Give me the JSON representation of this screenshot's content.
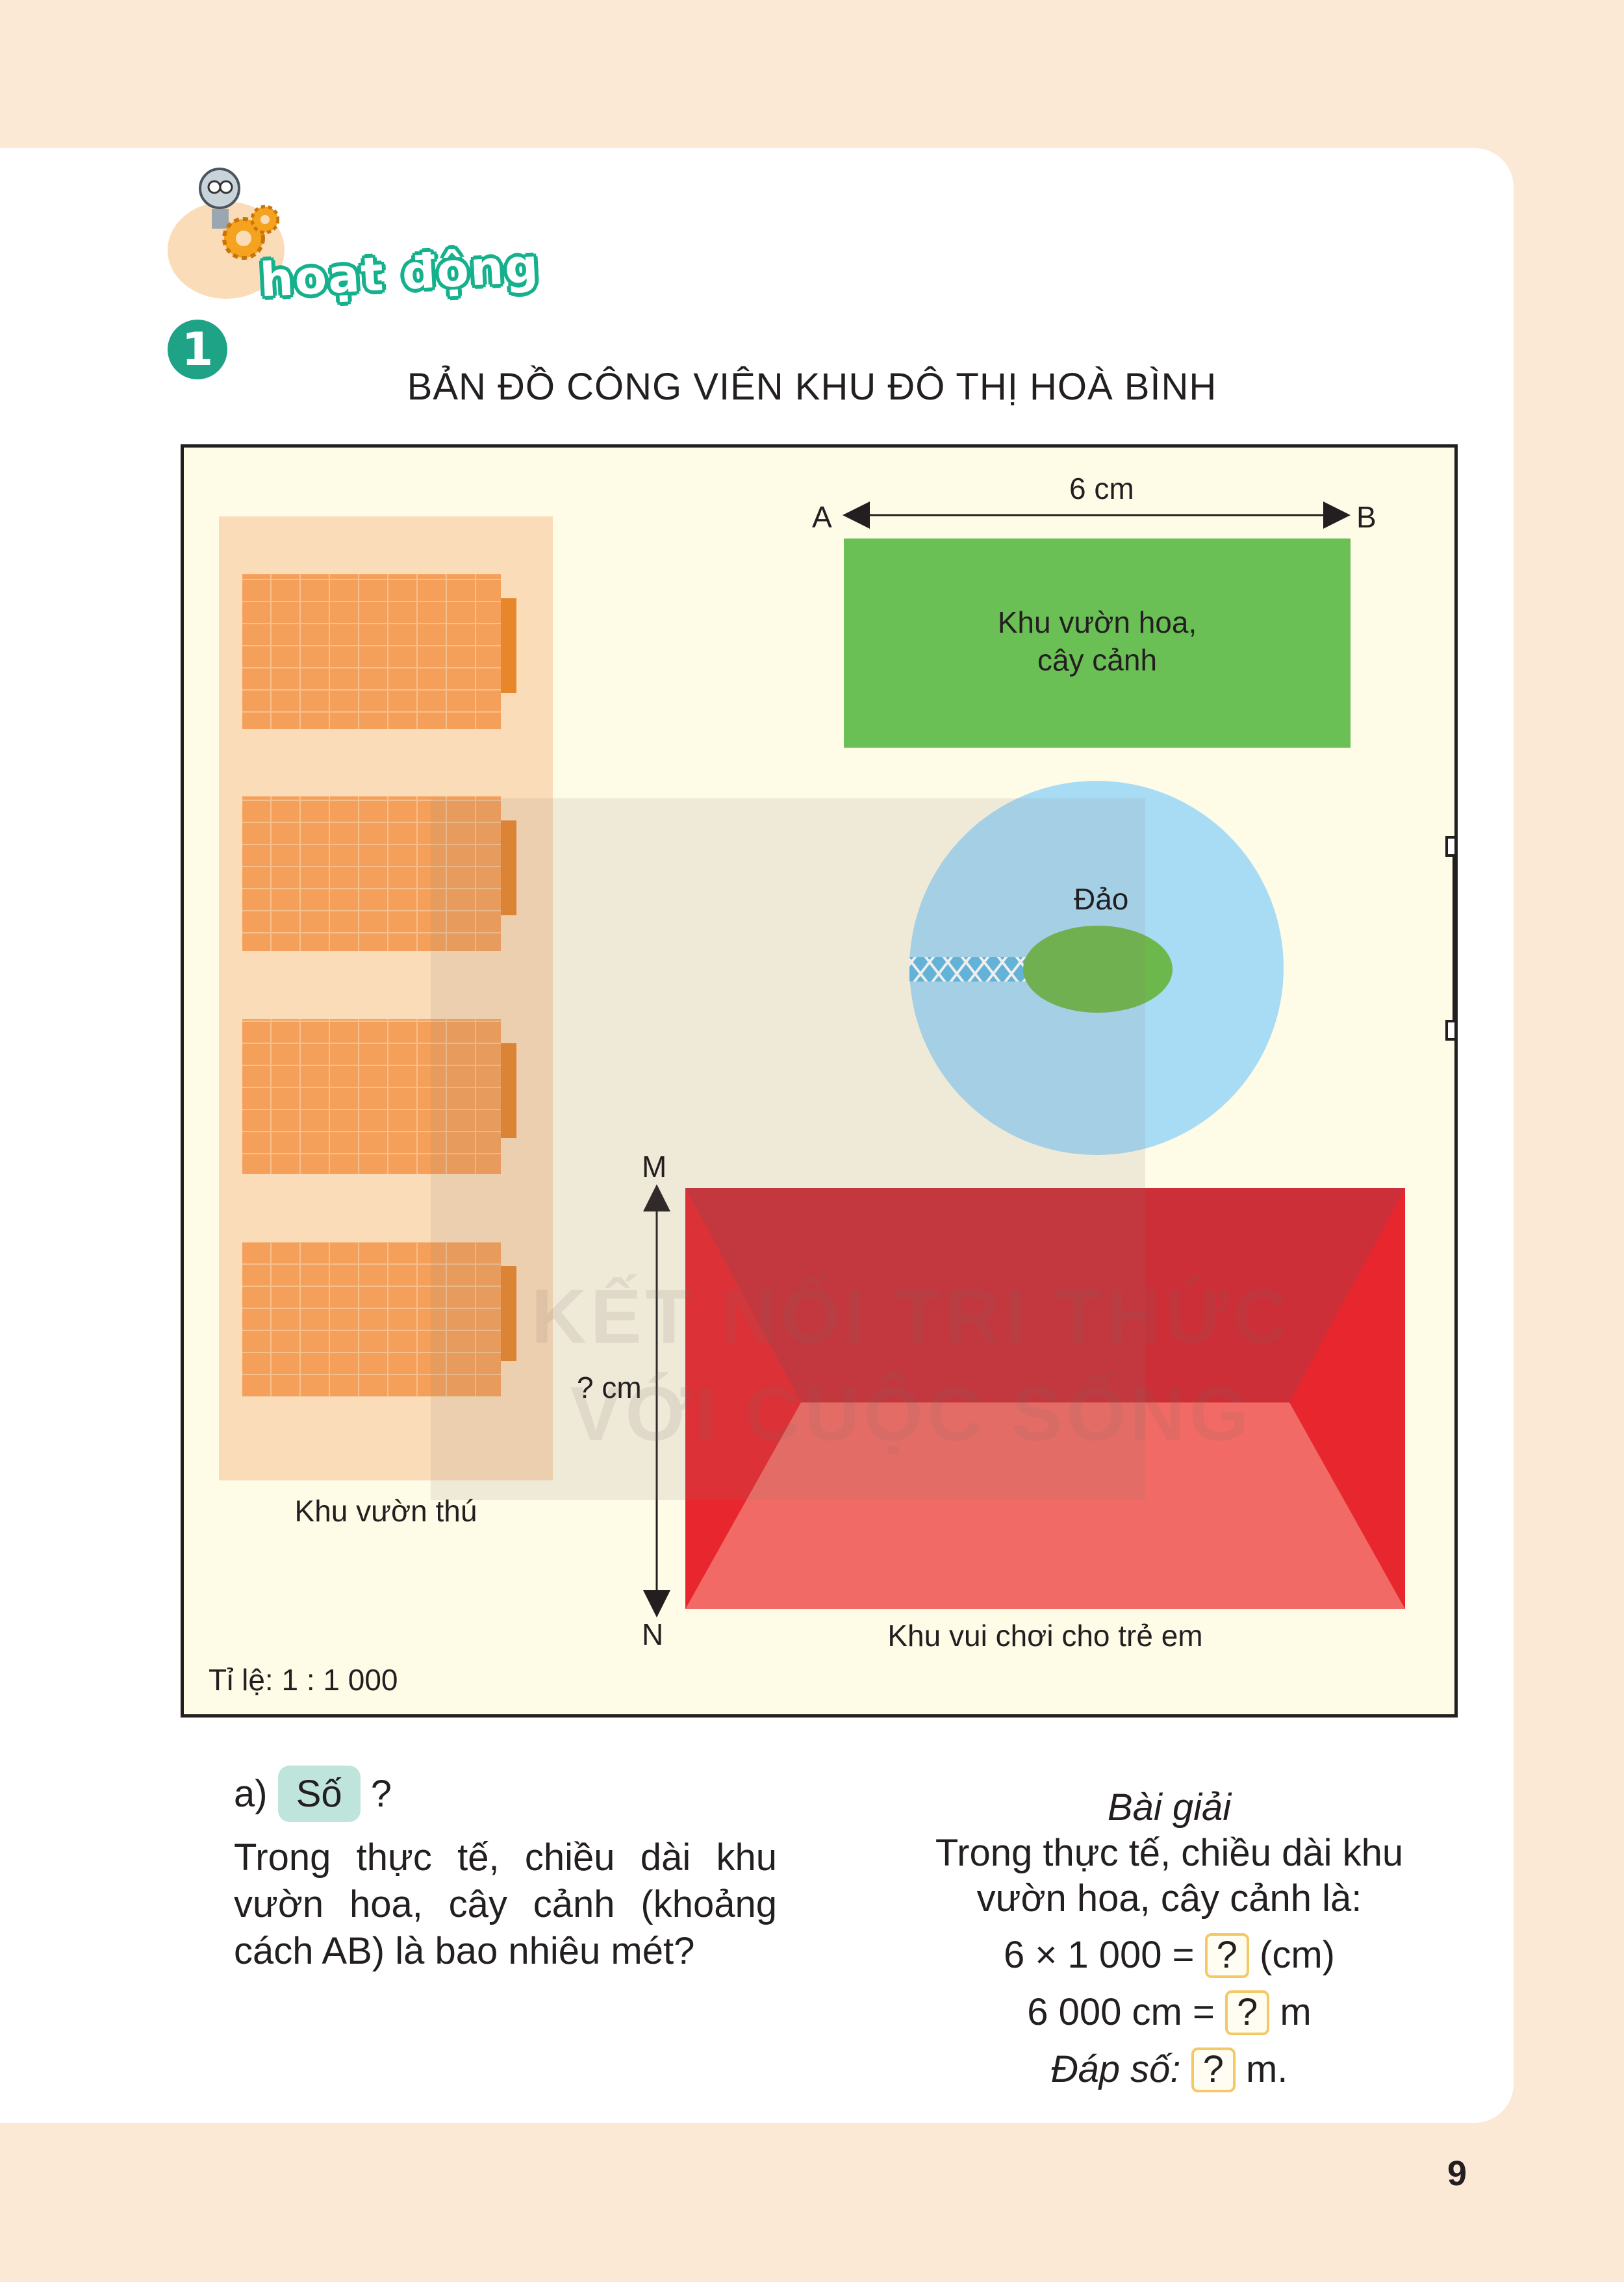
{
  "header": {
    "activity_label": "hoạt động",
    "activity_number": "1"
  },
  "map": {
    "title": "BẢN ĐỒ CÔNG VIÊN KHU ĐÔ THỊ HOÀ BÌNH",
    "ab_length": "6 cm",
    "point_a": "A",
    "point_b": "B",
    "flower_garden_label_line1": "Khu vườn hoa,",
    "flower_garden_label_line2": "cây cảnh",
    "island_label": "Đảo",
    "point_m": "M",
    "point_n": "N",
    "mn_length": "? cm",
    "zoo_label": "Khu vườn thú",
    "playground_label": "Khu vui chơi cho trẻ em",
    "scale": "Tỉ lệ: 1 : 1 000",
    "watermark_line1": "KẾT NỐI TRI THỨC",
    "watermark_line2": "VỚI CUỘC SỐNG",
    "colors": {
      "flower_garden": "#6abf55",
      "lake": "#a8dcf5",
      "island": "#6db84c",
      "zoo_area": "#fbdcb8",
      "cages": "#f5a05a",
      "playground": "#ee3a3f"
    }
  },
  "question": {
    "part": "a)",
    "badge": "Số",
    "mark": "?",
    "line1": "Trong thực tế, chiều dài khu",
    "line2": "vườn hoa, cây cảnh (khoảng",
    "line3": "cách AB) là bao nhiêu mét?"
  },
  "solution": {
    "heading": "Bài giải",
    "line1": "Trong thực tế, chiều dài khu",
    "line2": "vườn hoa, cây cảnh là:",
    "calc1_left": "6 × 1 000 =",
    "calc1_box": "?",
    "calc1_right": "(cm)",
    "calc2_left": "6 000 cm =",
    "calc2_box": "?",
    "calc2_right": "m",
    "answer_label": "Đáp số:",
    "answer_box": "?",
    "answer_unit": "m."
  },
  "page_number": "9"
}
